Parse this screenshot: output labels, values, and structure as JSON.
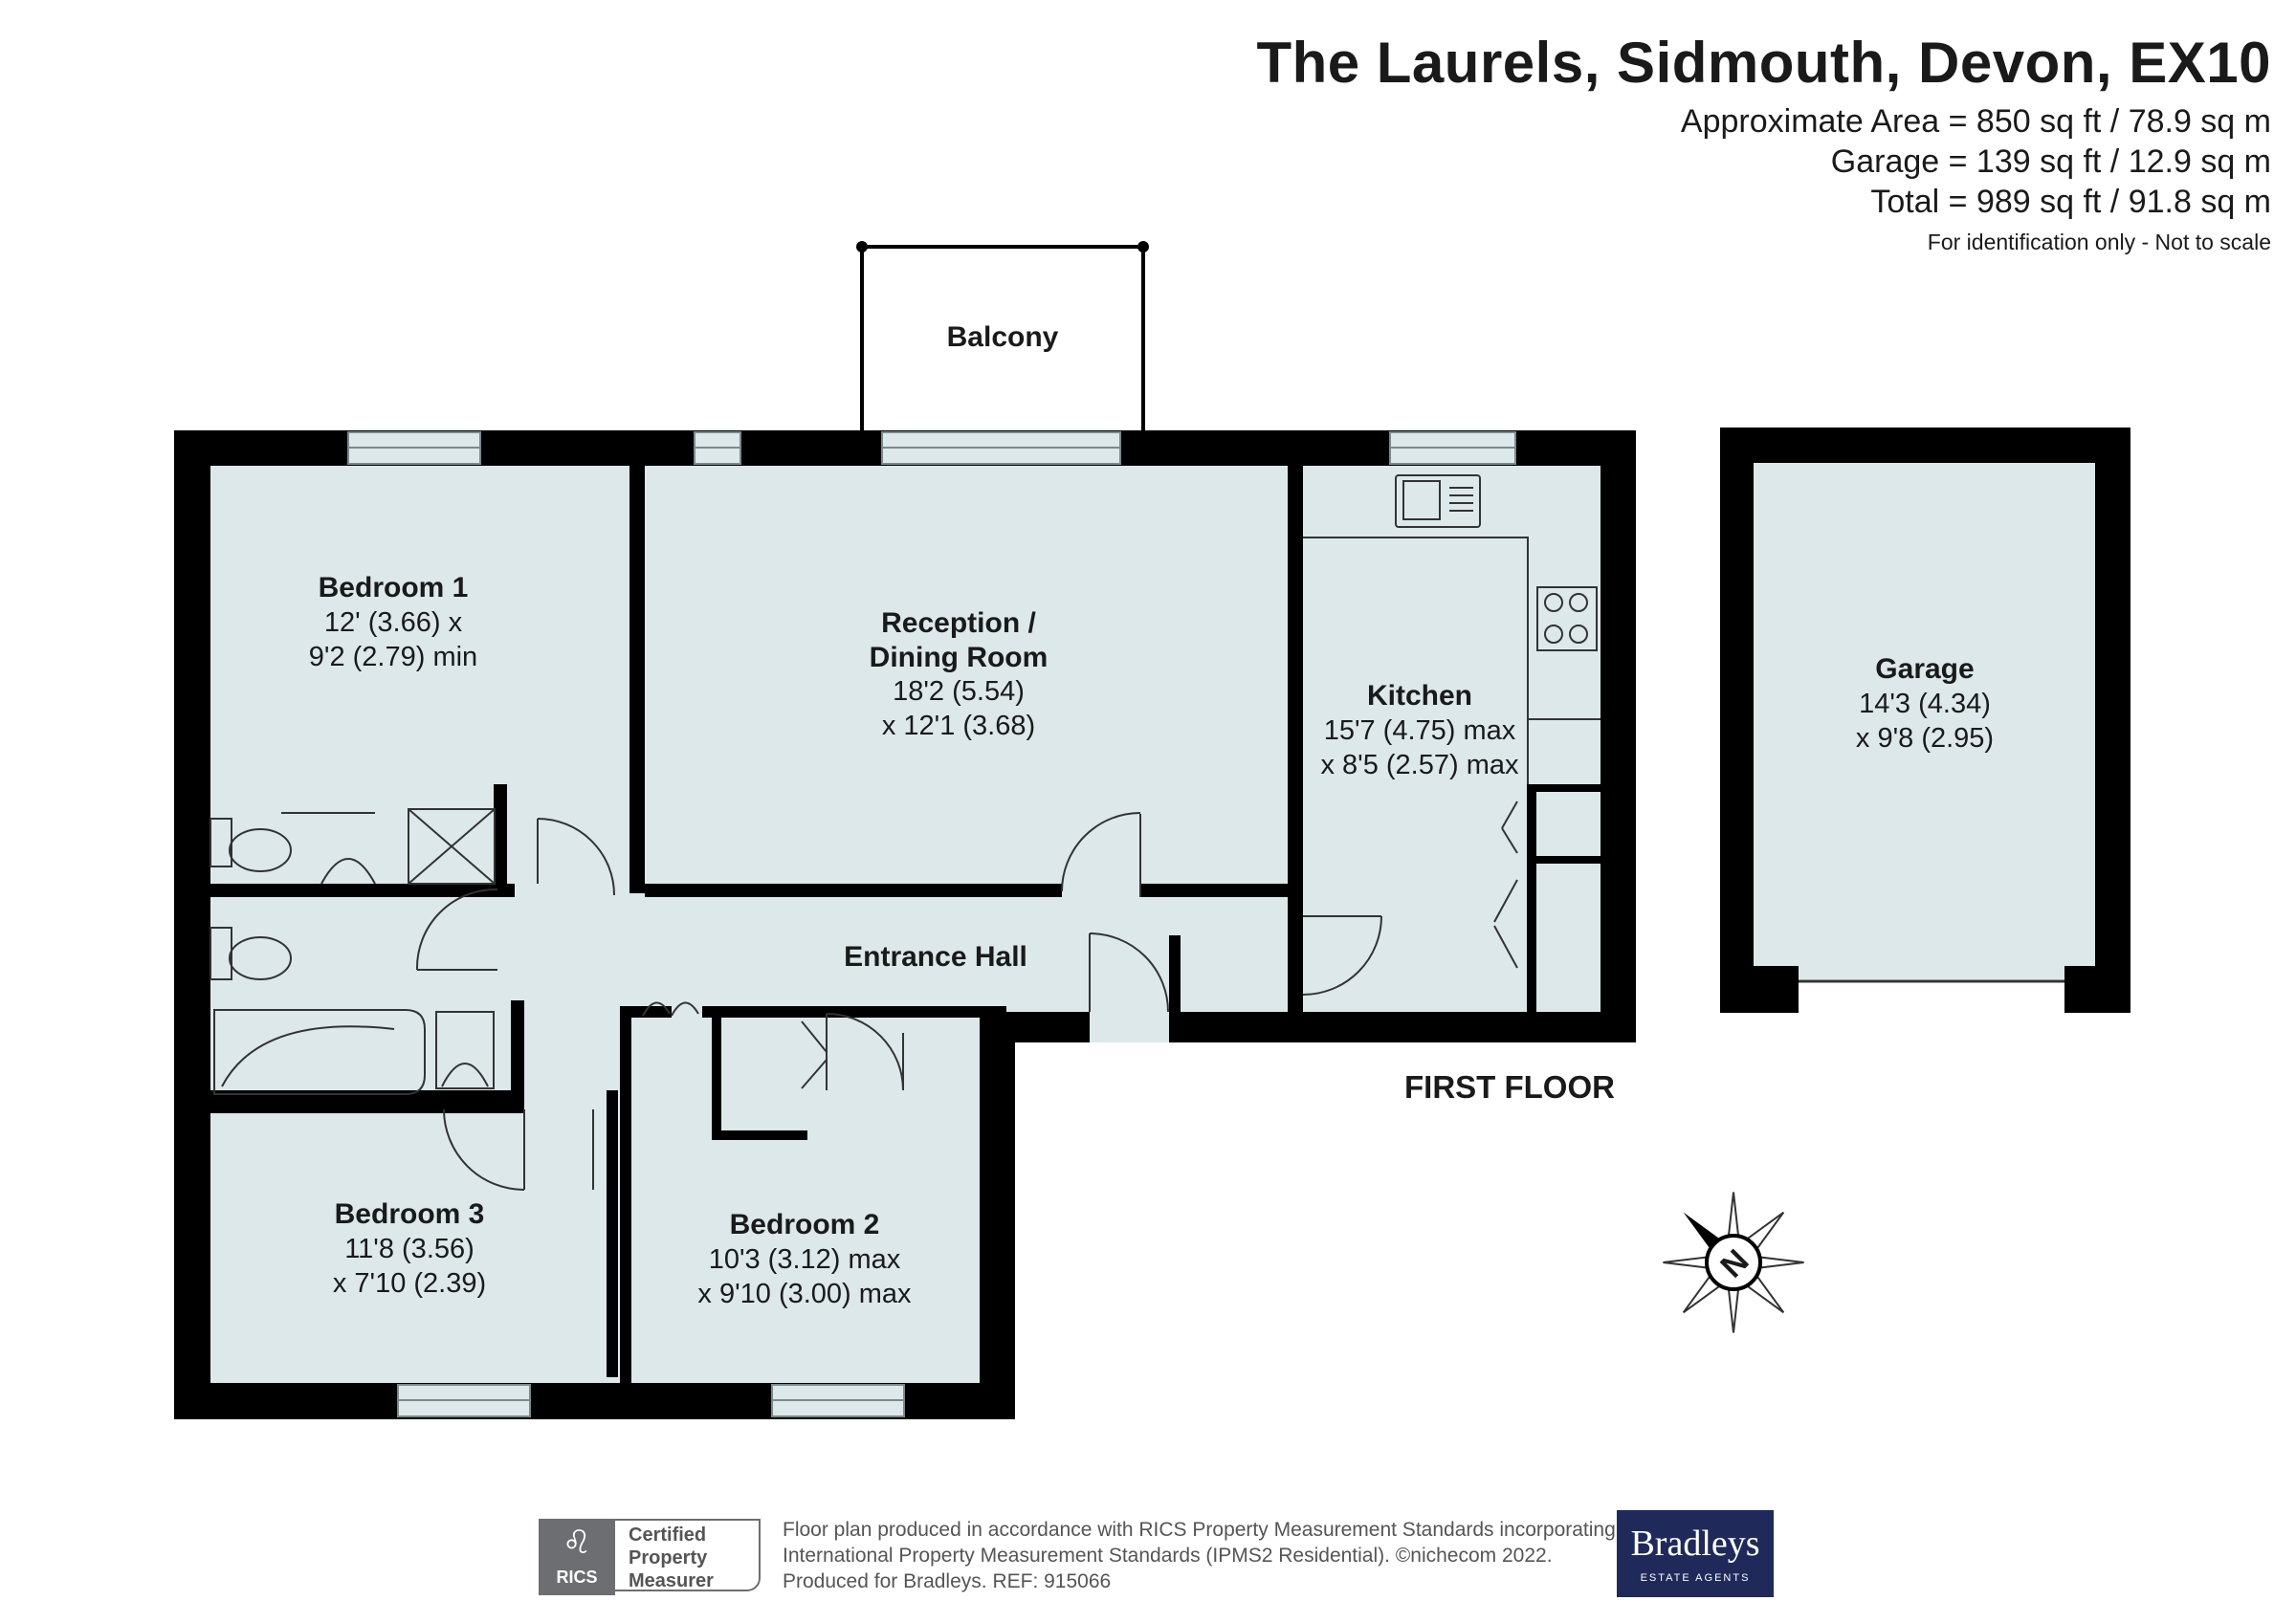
{
  "header": {
    "title": "The Laurels, Sidmouth, Devon, EX10",
    "areas": [
      "Approximate Area = 850 sq ft / 78.9 sq m",
      "Garage = 139 sq ft / 12.9 sq m",
      "Total = 989 sq ft / 91.8 sq m"
    ],
    "note": "For identification only - Not to scale"
  },
  "rooms": {
    "balcony": {
      "name": "Balcony"
    },
    "bedroom1": {
      "name": "Bedroom 1",
      "dim1": "12' (3.66) x",
      "dim2": "9'2 (2.79) min"
    },
    "reception": {
      "name1": "Reception /",
      "name2": "Dining Room",
      "dim1": "18'2 (5.54)",
      "dim2": "x 12'1 (3.68)"
    },
    "kitchen": {
      "name": "Kitchen",
      "dim1": "15'7 (4.75) max",
      "dim2": "x 8'5 (2.57) max"
    },
    "garage": {
      "name": "Garage",
      "dim1": "14'3 (4.34)",
      "dim2": "x 9'8 (2.95)"
    },
    "hall": {
      "name": "Entrance Hall"
    },
    "bedroom3": {
      "name": "Bedroom 3",
      "dim1": "11'8 (3.56)",
      "dim2": "x 7'10 (2.39)"
    },
    "bedroom2": {
      "name": "Bedroom 2",
      "dim1": "10'3 (3.12) max",
      "dim2": "x 9'10 (3.00) max"
    }
  },
  "floor_label": "FIRST FLOOR",
  "compass": {
    "letter": "N"
  },
  "colors": {
    "room_fill": "#dde8eb",
    "wall": "#000000",
    "brand": "#1f2a5a"
  },
  "footer": {
    "lines": [
      "Floor plan produced in accordance with RICS Property Measurement Standards incorporating",
      "International Property Measurement Standards (IPMS2 Residential).  ©nichecom 2022.",
      "Produced for Bradleys.   REF:  915066"
    ],
    "rics_short": "RICS",
    "rics_cert": [
      "Certified",
      "Property",
      "Measurer"
    ],
    "brand_name": "Bradleys",
    "brand_sub": "ESTATE AGENTS"
  }
}
